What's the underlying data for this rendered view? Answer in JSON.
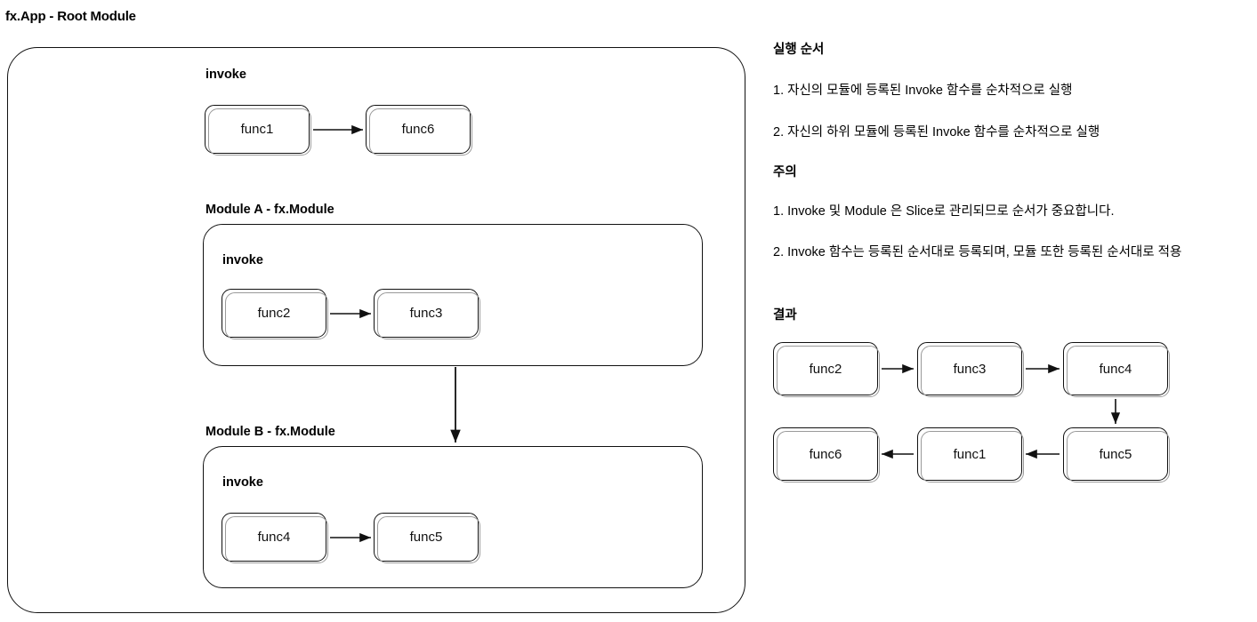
{
  "diagram": {
    "root_title": "fx.App - Root Module",
    "root_invoke_label": "invoke",
    "module_a_label": "Module A - fx.Module",
    "module_a_invoke_label": "invoke",
    "module_b_label": "Module B - fx.Module",
    "module_b_invoke_label": "invoke",
    "nodes": {
      "root_func1": "func1",
      "root_func6": "func6",
      "a_func2": "func2",
      "a_func3": "func3",
      "b_func4": "func4",
      "b_func5": "func5"
    }
  },
  "notes": {
    "order_heading": "실행 순서",
    "order_items": [
      "1. 자신의 모듈에 등록된 Invoke 함수를 순차적으로 실행",
      "2. 자신의 하위 모듈에 등록된 Invoke 함수를 순차적으로 실행"
    ],
    "caution_heading": "주의",
    "caution_items": [
      "1. Invoke 및 Module 은 Slice로 관리되므로 순서가 중요합니다.",
      "2. Invoke 함수는 등록된 순서대로 등록되며, 모듈 또한 등록된 순서대로 적용"
    ],
    "result_heading": "결과",
    "result_nodes": {
      "r1": "func2",
      "r2": "func3",
      "r3": "func4",
      "r4": "func6",
      "r5": "func1",
      "r6": "func5"
    }
  },
  "colors": {
    "stroke_dark": "#111111",
    "stroke_light": "#b8b8b8",
    "background": "#ffffff",
    "text": "#000000"
  }
}
